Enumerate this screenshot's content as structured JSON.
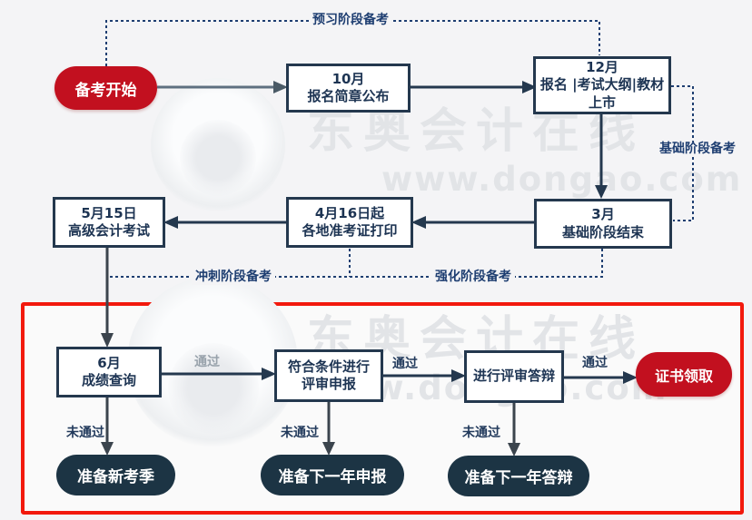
{
  "watermark": {
    "brand": "东奥会计在线",
    "url": "www.dongao.com"
  },
  "colors": {
    "background": "#f4f4f6",
    "accent_red": "#c2101f",
    "region_border_red": "#f2190d",
    "navy_border": "#24384e",
    "stage_label_blue": "#1e3e71",
    "dark_pill": "#1c3444",
    "pass_gray": "#98a2ab"
  },
  "nodes": {
    "start": {
      "label": "备考开始"
    },
    "oct": {
      "title": "10月",
      "subtitle": "报名简章公布"
    },
    "dec": {
      "title": "12月",
      "subtitle": "报名 |考试大纲|教材上市"
    },
    "mar": {
      "title": "3月",
      "subtitle": "基础阶段结束"
    },
    "apr": {
      "title": "4月16日起",
      "subtitle": "各地准考证打印"
    },
    "may": {
      "title": "5月15日",
      "subtitle": "高级会计考试"
    },
    "jun": {
      "title": "6月",
      "subtitle": "成绩查询"
    },
    "review_apply": {
      "title": "符合条件进行",
      "subtitle": "评审申报"
    },
    "defense": {
      "label": "进行评审答辩"
    },
    "certificate": {
      "label": "证书领取"
    },
    "new_season": {
      "label": "准备新考季"
    },
    "next_year_apply": {
      "label": "准备下一年申报"
    },
    "next_year_defense": {
      "label": "准备下一年答辩"
    }
  },
  "edge_labels": {
    "preview_stage": "预习阶段备考",
    "basic_stage": "基础阶段备考",
    "sprint_stage": "冲刺阶段备考",
    "intensive_stage": "强化阶段备考",
    "pass_1": "通过",
    "pass_2": "通过",
    "pass_3": "通过",
    "fail_1": "未通过",
    "fail_2": "未通过",
    "fail_3": "未通过"
  }
}
